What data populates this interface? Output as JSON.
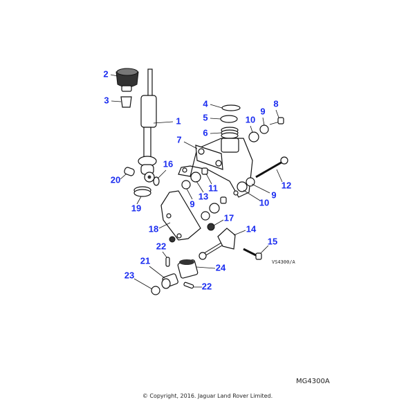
{
  "diagram": {
    "callouts": [
      "1",
      "2",
      "3",
      "4",
      "5",
      "6",
      "7",
      "8",
      "9",
      "10",
      "9",
      "10",
      "12",
      "16",
      "20",
      "19",
      "11",
      "13",
      "9",
      "17",
      "14",
      "18",
      "15",
      "22",
      "21",
      "24",
      "23",
      "22"
    ],
    "drawing_code": "VS4300/A"
  },
  "footer": {
    "reference": "MG4300A",
    "copyright": "© Copyright, 2016. Jaguar Land Rover Limited."
  }
}
